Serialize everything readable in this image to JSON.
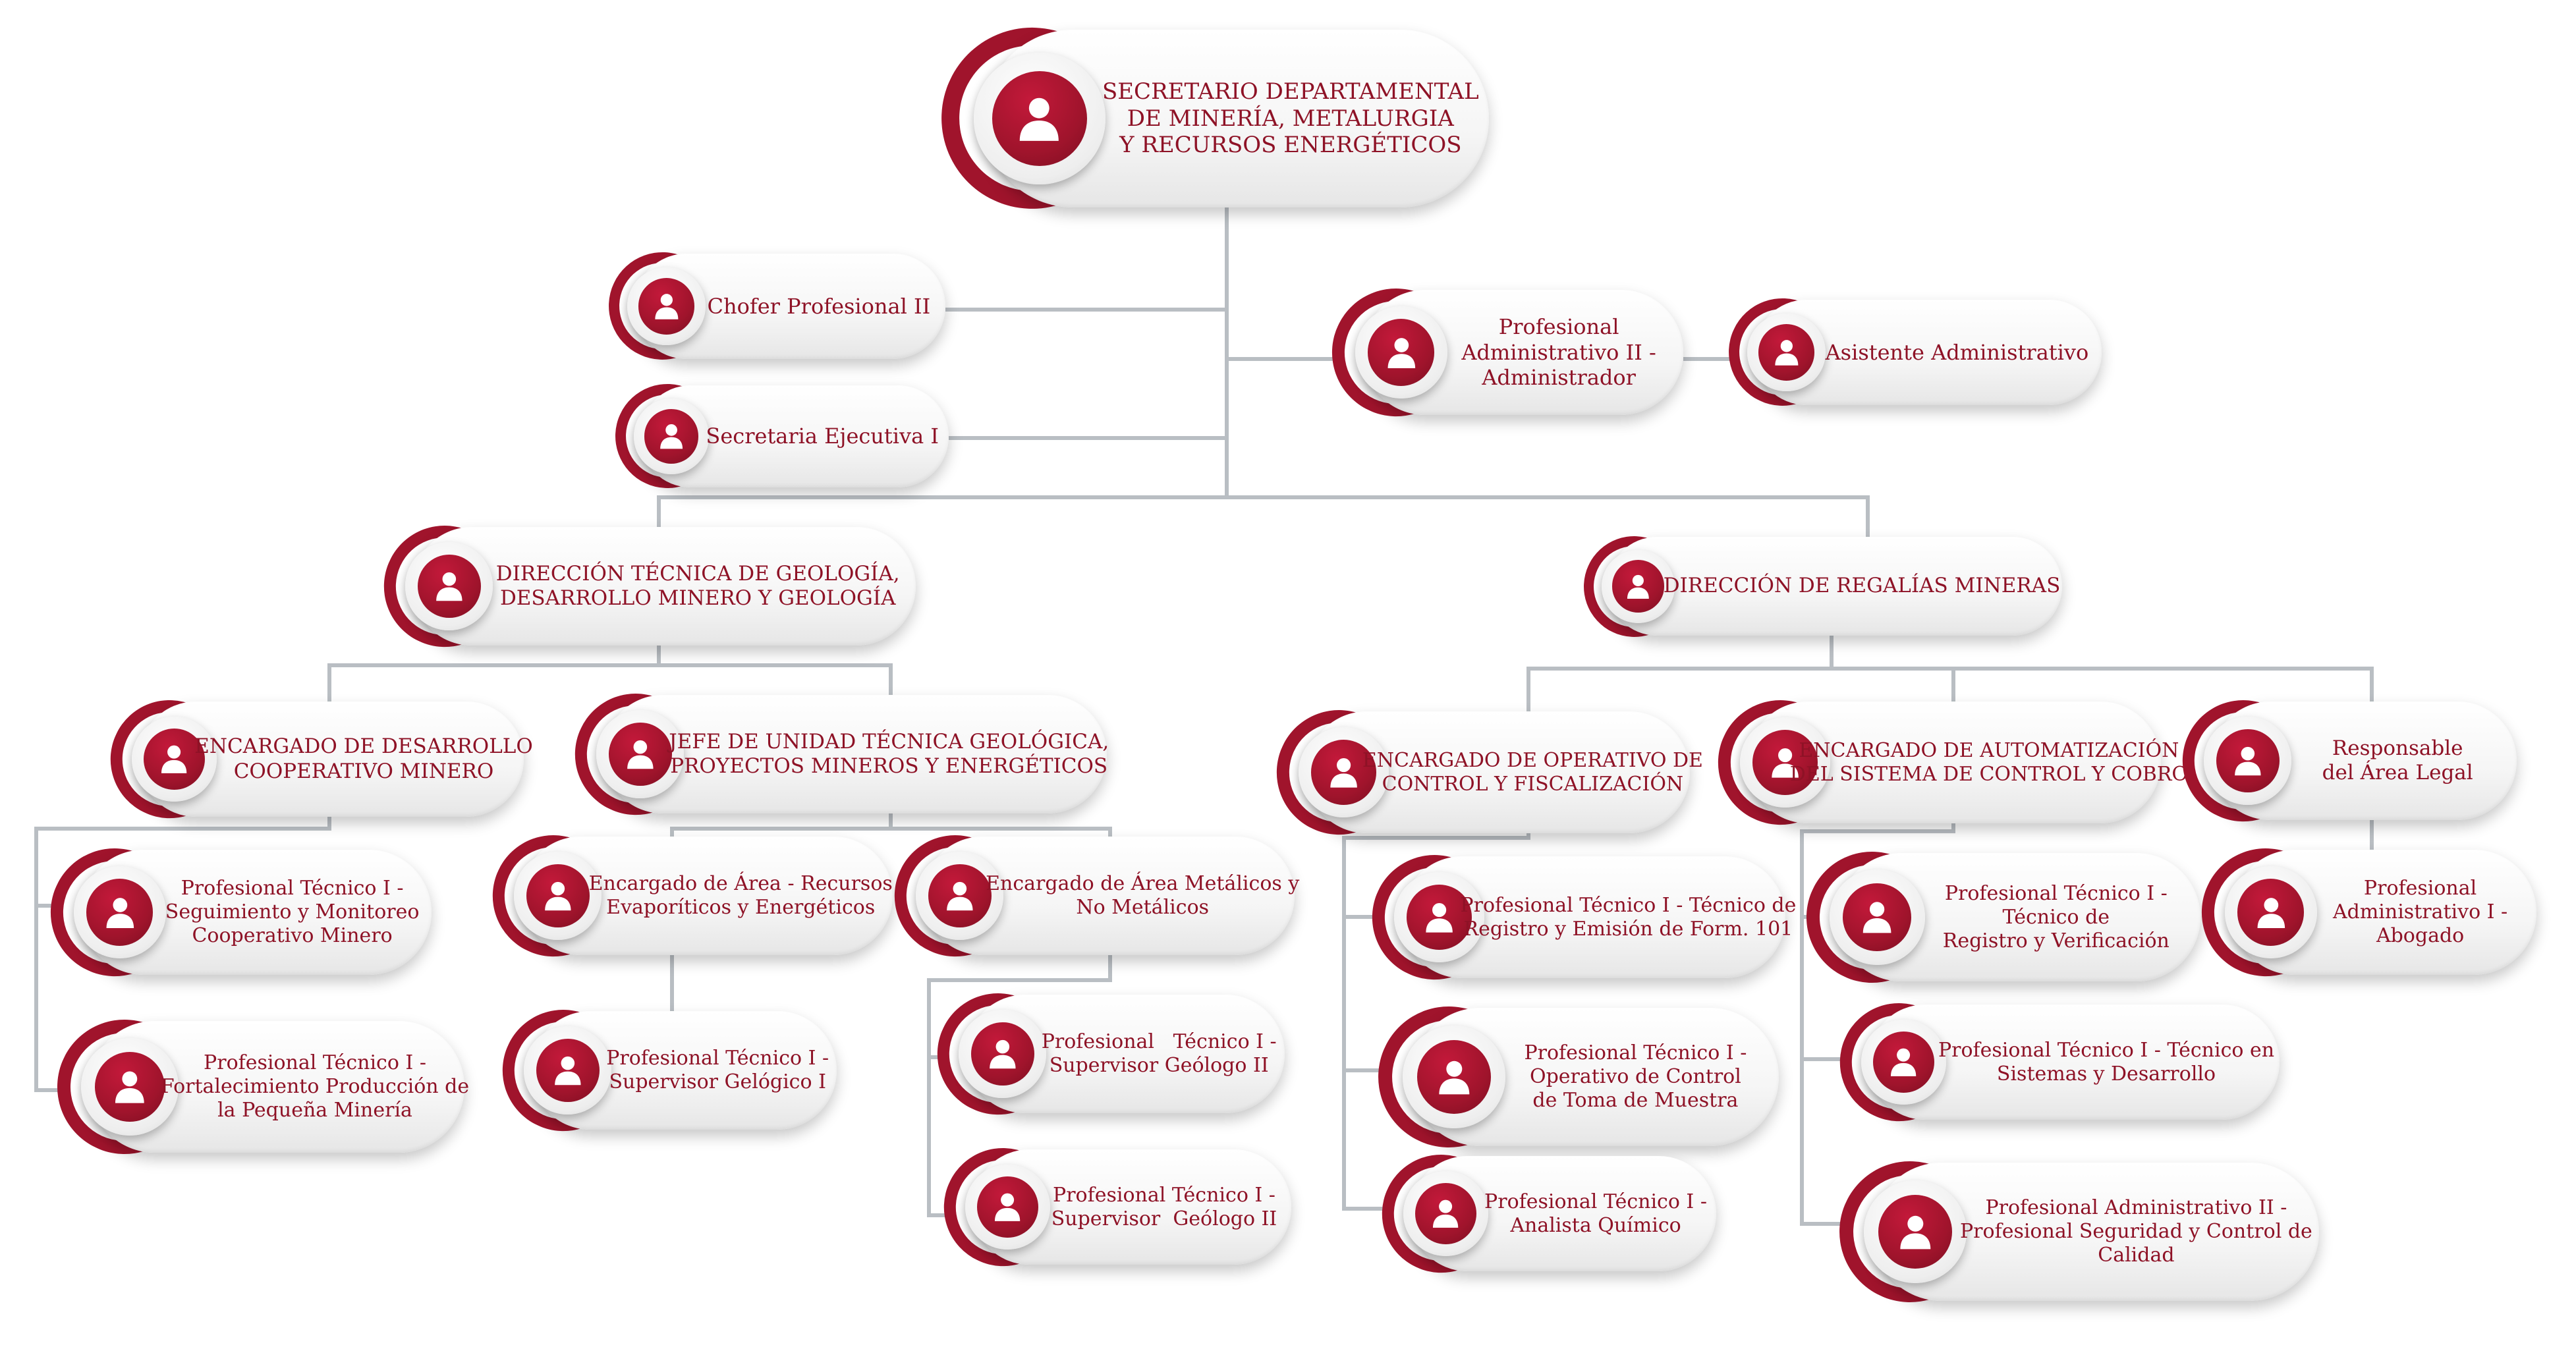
{
  "chart_title": "",
  "colors": {
    "accent": "#a0142c",
    "label": "#8e1226",
    "connector": "#b9bec3",
    "card": "#f5f5f5"
  },
  "icon": "person-icon",
  "nodes": [
    {
      "id": "secretario",
      "label": "SECRETARIO DEPARTAMENTAL DE MINERÍA, METALURGIA Y RECURSOS ENERGÉTICOS",
      "lines": [
        "SECRETARIO DEPARTAMENTAL",
        "DE MINERÍA, METALURGIA",
        "Y RECURSOS ENERGÉTICOS"
      ]
    },
    {
      "id": "chofer",
      "label": "Chofer Profesional II",
      "lines": [
        "Chofer Profesional II"
      ]
    },
    {
      "id": "secretaria",
      "label": "Secretaria Ejecutiva I",
      "lines": [
        "Secretaria Ejecutiva I"
      ]
    },
    {
      "id": "prof-admin-ii",
      "label": "Profesional Administrativo II - Administrador",
      "lines": [
        "Profesional",
        "Administrativo II -",
        "Administrador"
      ]
    },
    {
      "id": "asistente",
      "label": "Asistente Administrativo",
      "lines": [
        "Asistente Administrativo"
      ]
    },
    {
      "id": "dir-geologia",
      "label": "DIRECCIÓN TÉCNICA DE GEOLOGÍA, DESARROLLO MINERO Y GEOLOGÍA",
      "lines": [
        "DIRECCIÓN TÉCNICA DE GEOLOGÍA,",
        "DESARROLLO MINERO Y GEOLOGÍA"
      ]
    },
    {
      "id": "dir-regalias",
      "label": "DIRECCIÓN DE REGALÍAS MINERAS",
      "lines": [
        "DIRECCIÓN DE REGALÍAS MINERAS"
      ]
    },
    {
      "id": "enc-desarrollo",
      "label": "ENCARGADO DE DESARROLLO COOPERATIVO MINERO",
      "lines": [
        "ENCARGADO DE DESARROLLO",
        "COOPERATIVO MINERO"
      ]
    },
    {
      "id": "jefe-unidad",
      "label": "JEFE DE UNIDAD TÉCNICA GEOLÓGICA, PROYECTOS MINEROS Y ENERGÉTICOS",
      "lines": [
        "JEFE DE UNIDAD TÉCNICA GEOLÓGICA,",
        "PROYECTOS MINEROS Y ENERGÉTICOS"
      ]
    },
    {
      "id": "pt-seguimiento",
      "label": "Profesional Técnico I - Seguimiento y Monitoreo Cooperativo Minero",
      "lines": [
        "Profesional Técnico I -",
        "Seguimiento y Monitoreo",
        "Cooperativo Minero"
      ]
    },
    {
      "id": "pt-fortalecimiento",
      "label": "Profesional Técnico I - Fortalecimiento Producción de la Pequeña Minería",
      "lines": [
        "Profesional Técnico I -",
        "Fortalecimiento Producción de",
        "la Pequeña Minería"
      ]
    },
    {
      "id": "enc-evaporiticos",
      "label": "Encargado de Área - Recursos Evaporíticos y Energéticos",
      "lines": [
        "Encargado de Área - Recursos",
        "Evaporíticos y Energéticos"
      ]
    },
    {
      "id": "enc-metalicos",
      "label": "Encargado de Área Metálicos y No Metálicos",
      "lines": [
        "Encargado de Área Metálicos y",
        "No Metálicos"
      ]
    },
    {
      "id": "pt-geologico-i",
      "label": "Profesional Técnico I - Supervisor Gelógico I",
      "lines": [
        "Profesional Técnico I -",
        "Supervisor Gelógico I"
      ]
    },
    {
      "id": "pt-geologo-ii-a",
      "label": "Profesional Técnico I - Supervisor Geólogo II",
      "lines": [
        "Profesional   Técnico I -",
        "Supervisor Geólogo II"
      ]
    },
    {
      "id": "pt-geologo-ii-b",
      "label": "Profesional Técnico I - Supervisor Geólogo II",
      "lines": [
        "Profesional Técnico I -",
        "Supervisor  Geólogo II"
      ]
    },
    {
      "id": "enc-operativo",
      "label": "ENCARGADO DE OPERATIVO DE CONTROL Y FISCALIZACIÓN",
      "lines": [
        "ENCARGADO DE OPERATIVO DE",
        "CONTROL Y FISCALIZACIÓN"
      ]
    },
    {
      "id": "enc-automatizacion",
      "label": "ENCARGADO DE AUTOMATIZACIÓN DEL SISTEMA DE CONTROL Y COBRO",
      "lines": [
        "ENCARGADO DE AUTOMATIZACIÓN",
        "DEL SISTEMA DE CONTROL Y COBRO"
      ]
    },
    {
      "id": "resp-legal",
      "label": "Responsable del Área Legal",
      "lines": [
        "Responsable",
        "del Área Legal"
      ]
    },
    {
      "id": "pt-registro-emision",
      "label": "Profesional Técnico I - Técnico de Registro y Emisión de Form. 101",
      "lines": [
        "Profesional Técnico I - Técnico de",
        "Registro y Emisión de Form. 101"
      ]
    },
    {
      "id": "pt-toma-muestra",
      "label": "Profesional Técnico I - Operativo de Control de Toma de Muestra",
      "lines": [
        "Profesional Técnico I -",
        "Operativo de Control",
        "de Toma de Muestra"
      ]
    },
    {
      "id": "pt-quimico",
      "label": "Profesional Técnico I - Analista Químico",
      "lines": [
        "Profesional Técnico I -",
        "Analista Químico"
      ]
    },
    {
      "id": "pt-registro-verif",
      "label": "Profesional Técnico I - Técnico de Registro y Verificación",
      "lines": [
        "Profesional Técnico I -",
        "Técnico de",
        "Registro y Verificación"
      ]
    },
    {
      "id": "pt-sistemas",
      "label": "Profesional Técnico I - Técnico en Sistemas y Desarrollo",
      "lines": [
        "Profesional Técnico I - Técnico en",
        "Sistemas y Desarrollo"
      ]
    },
    {
      "id": "pa-seguridad",
      "label": "Profesional Administrativo II - Profesional Seguridad y Control de Calidad",
      "lines": [
        "Profesional Administrativo II -",
        "Profesional Seguridad y Control de",
        "Calidad"
      ]
    },
    {
      "id": "pa-abogado",
      "label": "Profesional Administrativo I - Abogado",
      "lines": [
        "Profesional",
        "Administrativo I -",
        "Abogado"
      ]
    }
  ],
  "edges": [
    [
      "secretario",
      "chofer"
    ],
    [
      "secretario",
      "secretaria"
    ],
    [
      "secretario",
      "prof-admin-ii"
    ],
    [
      "prof-admin-ii",
      "asistente"
    ],
    [
      "secretario",
      "dir-geologia"
    ],
    [
      "secretario",
      "dir-regalias"
    ],
    [
      "dir-geologia",
      "enc-desarrollo"
    ],
    [
      "dir-geologia",
      "jefe-unidad"
    ],
    [
      "enc-desarrollo",
      "pt-seguimiento"
    ],
    [
      "enc-desarrollo",
      "pt-fortalecimiento"
    ],
    [
      "jefe-unidad",
      "enc-evaporiticos"
    ],
    [
      "jefe-unidad",
      "enc-metalicos"
    ],
    [
      "enc-evaporiticos",
      "pt-geologico-i"
    ],
    [
      "enc-metalicos",
      "pt-geologo-ii-a"
    ],
    [
      "enc-metalicos",
      "pt-geologo-ii-b"
    ],
    [
      "dir-regalias",
      "enc-operativo"
    ],
    [
      "dir-regalias",
      "enc-automatizacion"
    ],
    [
      "dir-regalias",
      "resp-legal"
    ],
    [
      "enc-operativo",
      "pt-registro-emision"
    ],
    [
      "enc-operativo",
      "pt-toma-muestra"
    ],
    [
      "enc-operativo",
      "pt-quimico"
    ],
    [
      "enc-automatizacion",
      "pt-registro-verif"
    ],
    [
      "enc-automatizacion",
      "pt-sistemas"
    ],
    [
      "enc-automatizacion",
      "pa-seguridad"
    ],
    [
      "resp-legal",
      "pa-abogado"
    ]
  ]
}
